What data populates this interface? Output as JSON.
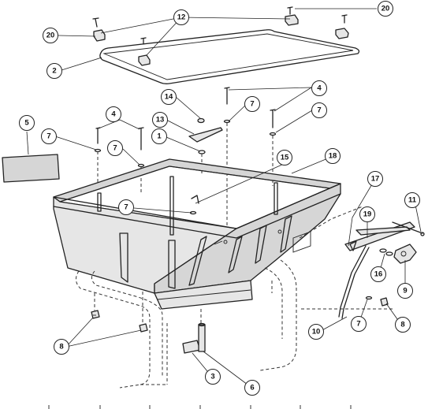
{
  "diagram": {
    "callouts": [
      "20",
      "12",
      "20",
      "2",
      "4",
      "14",
      "7",
      "5",
      "7",
      "4",
      "7",
      "13",
      "1",
      "7",
      "18",
      "15",
      "7",
      "17",
      "11",
      "19",
      "16",
      "9",
      "10",
      "7",
      "8",
      "8",
      "3",
      "6"
    ]
  }
}
